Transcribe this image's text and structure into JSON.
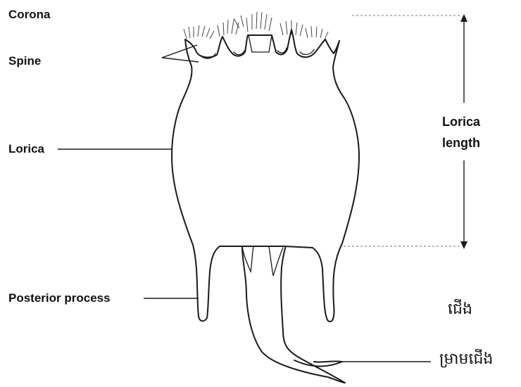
{
  "labels": {
    "corona": "Corona",
    "spine": "Spine",
    "lorica": "Lorica",
    "posterior_process": "Posterior process",
    "lorica_length_line1": "Lorica",
    "lorica_length_line2": "length",
    "khmer_foot": "ជើង",
    "khmer_toe": "ម្រាមជើង"
  },
  "colors": {
    "ink": "#1a1a1a",
    "background": "#ffffff"
  }
}
